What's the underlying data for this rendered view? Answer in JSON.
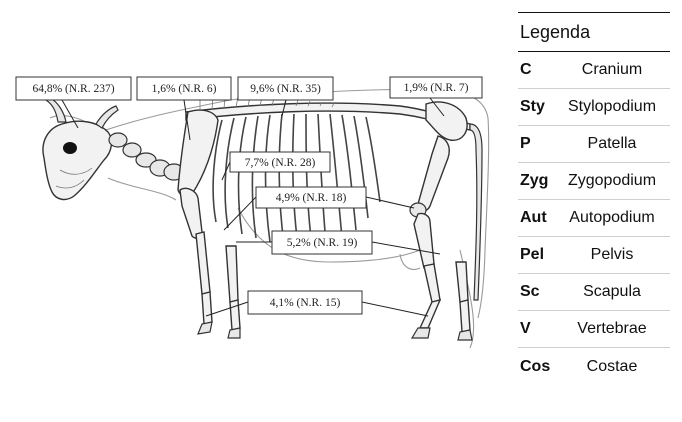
{
  "annotations": [
    {
      "id": "a1",
      "text": "64,8% (N.R. 237)"
    },
    {
      "id": "a2",
      "text": "1,6% (N.R. 6)"
    },
    {
      "id": "a3",
      "text": "9,6% (N.R. 35)"
    },
    {
      "id": "a4",
      "text": "1,9% (N.R. 7)"
    },
    {
      "id": "a5",
      "text": "7,7% (N.R. 28)"
    },
    {
      "id": "a6",
      "text": "4,9% (N.R. 18)"
    },
    {
      "id": "a7",
      "text": "5,2% (N.R. 19)"
    },
    {
      "id": "a8",
      "text": "4,1% (N.R. 15)"
    }
  ],
  "legend": {
    "title": "Legenda",
    "items": [
      {
        "code": "C",
        "name": "Cranium"
      },
      {
        "code": "Sty",
        "name": "Stylopodium"
      },
      {
        "code": "P",
        "name": "Patella"
      },
      {
        "code": "Zyg",
        "name": "Zygopodium"
      },
      {
        "code": "Aut",
        "name": "Autopodium"
      },
      {
        "code": "Pel",
        "name": "Pelvis"
      },
      {
        "code": "Sc",
        "name": "Scapula"
      },
      {
        "code": "V",
        "name": "Vertebrae"
      },
      {
        "code": "Cos",
        "name": "Costae"
      }
    ]
  }
}
